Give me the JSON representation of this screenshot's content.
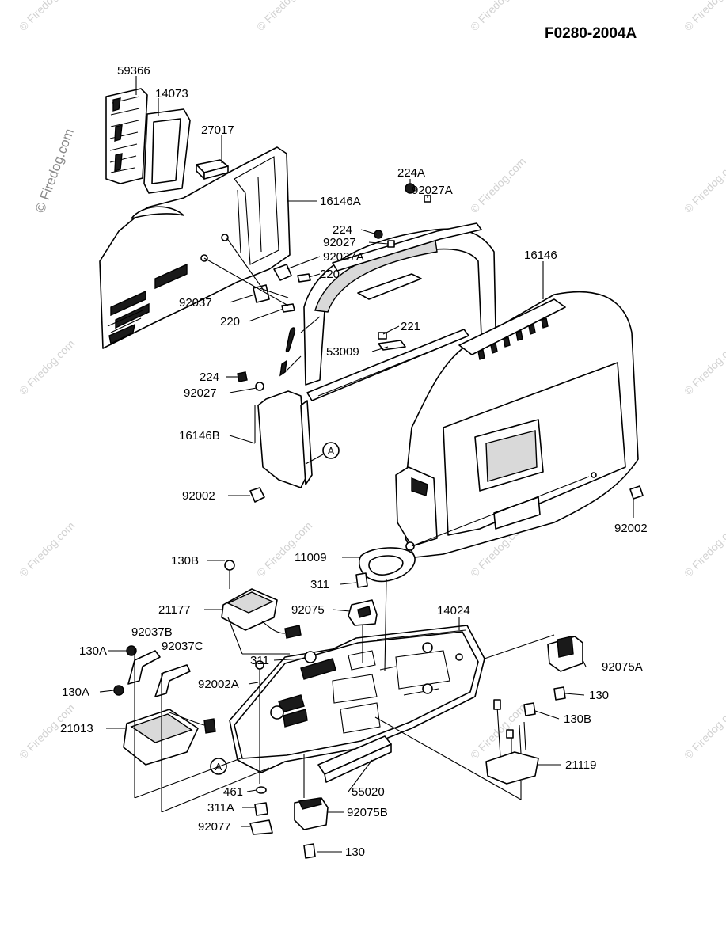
{
  "diagram_code": "F0280-2004A",
  "watermark": "© Firedog.com",
  "callout_marker": "A",
  "parts": [
    {
      "key": "p59366",
      "label": "59366"
    },
    {
      "key": "p14073",
      "label": "14073"
    },
    {
      "key": "p27017",
      "label": "27017"
    },
    {
      "key": "p16146A",
      "label": "16146A"
    },
    {
      "key": "p224A",
      "label": "224A"
    },
    {
      "key": "p92027A",
      "label": "92027A"
    },
    {
      "key": "p224_top",
      "label": "224"
    },
    {
      "key": "p92027_top",
      "label": "92027"
    },
    {
      "key": "p92037A",
      "label": "92037A"
    },
    {
      "key": "p220_a",
      "label": "220"
    },
    {
      "key": "p92037",
      "label": "92037"
    },
    {
      "key": "p220_b",
      "label": "220"
    },
    {
      "key": "p16146",
      "label": "16146"
    },
    {
      "key": "p221",
      "label": "221"
    },
    {
      "key": "p53009",
      "label": "53009"
    },
    {
      "key": "p224_mid",
      "label": "224"
    },
    {
      "key": "p92027_mid",
      "label": "92027"
    },
    {
      "key": "p16146B",
      "label": "16146B"
    },
    {
      "key": "p92002_l",
      "label": "92002"
    },
    {
      "key": "p92002_r",
      "label": "92002"
    },
    {
      "key": "p11009",
      "label": "11009"
    },
    {
      "key": "p130B_l",
      "label": "130B"
    },
    {
      "key": "p311_top",
      "label": "311"
    },
    {
      "key": "p21177",
      "label": "21177"
    },
    {
      "key": "p92075",
      "label": "92075"
    },
    {
      "key": "p14024",
      "label": "14024"
    },
    {
      "key": "p92037B",
      "label": "92037B"
    },
    {
      "key": "p130A_a",
      "label": "130A"
    },
    {
      "key": "p92037C",
      "label": "92037C"
    },
    {
      "key": "p311_mid",
      "label": "311"
    },
    {
      "key": "p92075A",
      "label": "92075A"
    },
    {
      "key": "p130A_b",
      "label": "130A"
    },
    {
      "key": "p92002A",
      "label": "92002A"
    },
    {
      "key": "p130_r",
      "label": "130"
    },
    {
      "key": "p21013",
      "label": "21013"
    },
    {
      "key": "p130B_r",
      "label": "130B"
    },
    {
      "key": "p21119",
      "label": "21119"
    },
    {
      "key": "p461",
      "label": "461"
    },
    {
      "key": "p55020",
      "label": "55020"
    },
    {
      "key": "p311A",
      "label": "311A"
    },
    {
      "key": "p92075B",
      "label": "92075B"
    },
    {
      "key": "p92077",
      "label": "92077"
    },
    {
      "key": "p130_bot",
      "label": "130"
    }
  ]
}
